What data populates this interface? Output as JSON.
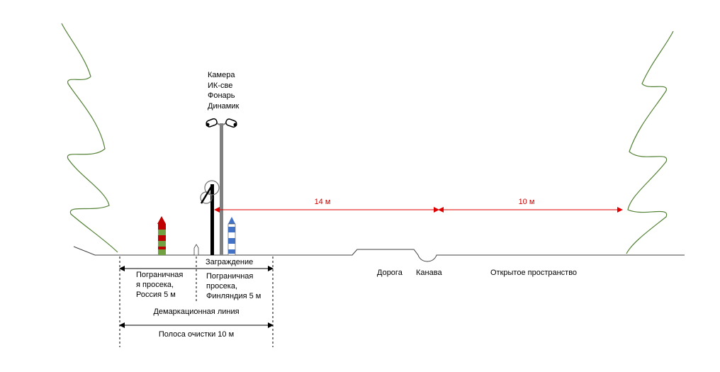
{
  "equipment_labels": [
    "Камера",
    "ИК-све",
    "Фонарь",
    "Динамик"
  ],
  "labels": {
    "fence": "Заграждение",
    "russia_strip": "Пограничная\nя просека,\nРоссия 5 м",
    "finland_strip": "Пограничная\nпросека,\nФинляндия 5 м",
    "demarcation": "Демаркационная линия",
    "clearing": "Полоса очистки 10 м",
    "road": "Дорога",
    "ditch": "Канава",
    "open_space": "Открытое пространство"
  },
  "dimensions": {
    "d1": "14 м",
    "d2": "10 м"
  },
  "colors": {
    "dimension": "#e00000",
    "tree": "#538135",
    "russia_post_a": "#c00000",
    "russia_post_b": "#70a040",
    "finland_post": "#4472c4",
    "pole": "#808080"
  }
}
